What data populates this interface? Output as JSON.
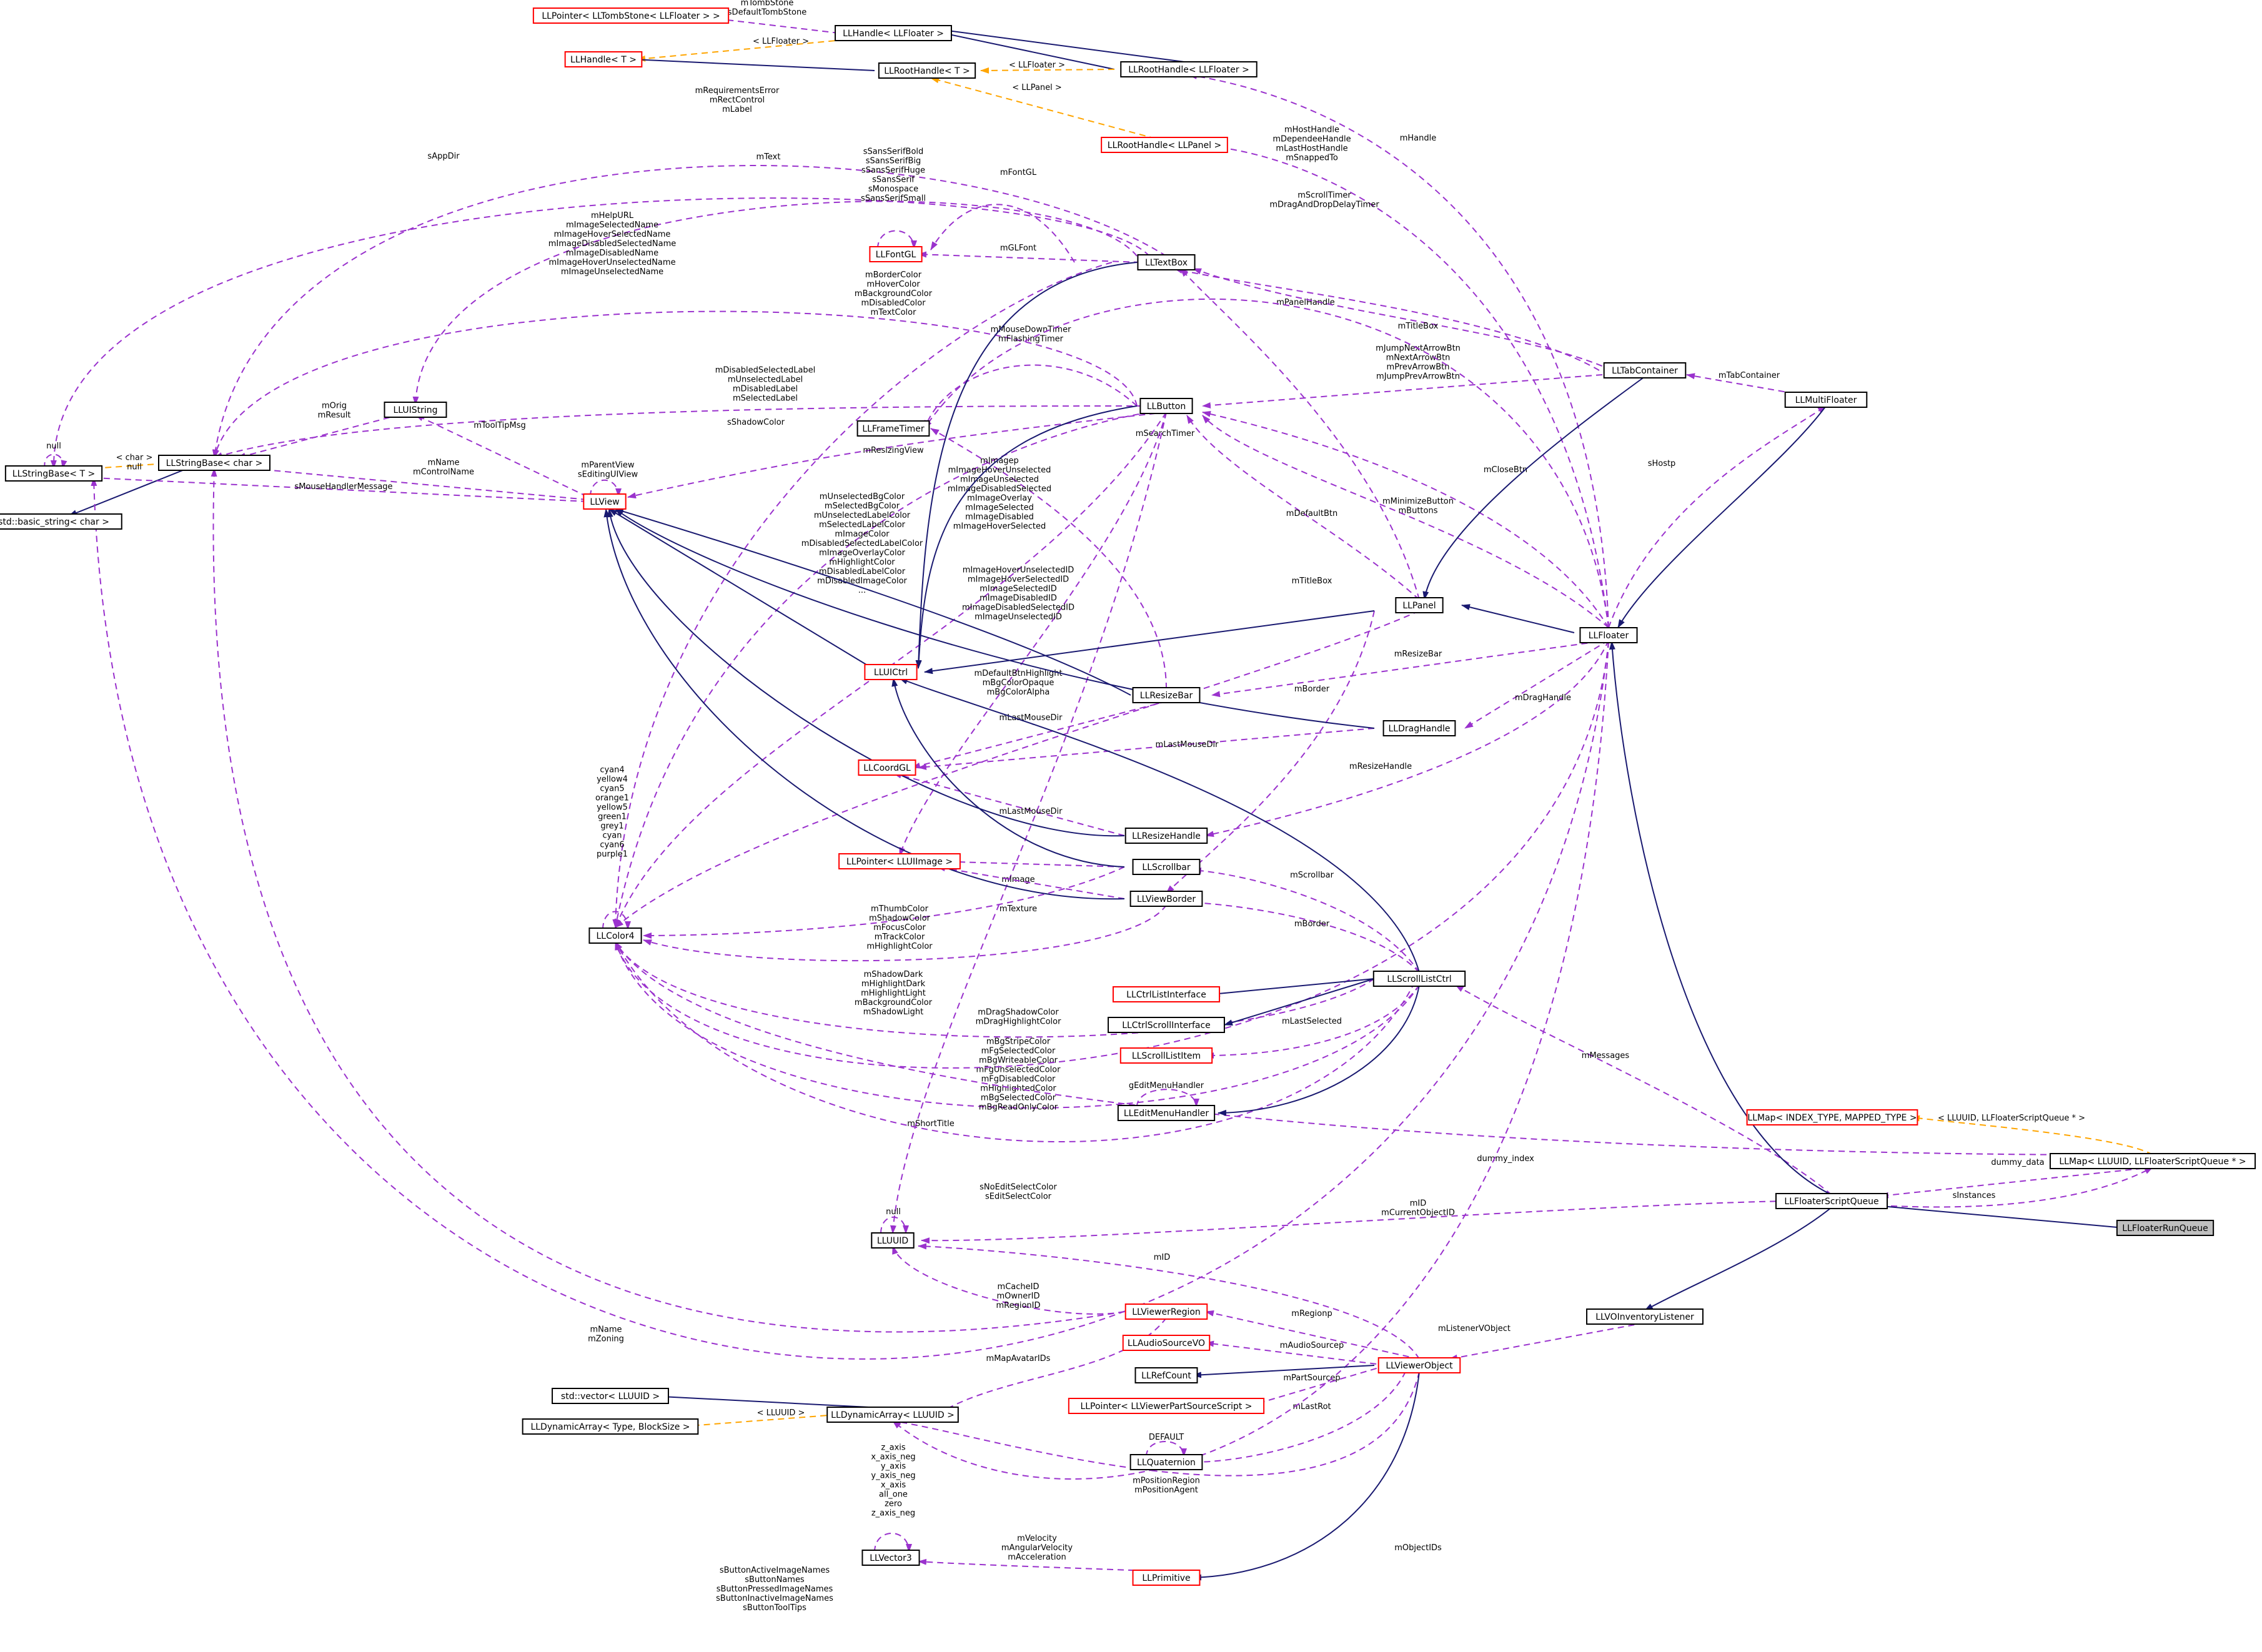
{
  "colors": {
    "node_border_complete": "#000000",
    "node_border_incomplete": "#ff0000",
    "node_fill_focus": "#bfbfbf",
    "edge_inherit": "#191970",
    "edge_use": "#9a32cd",
    "edge_template": "#ffa500"
  },
  "diagram": {
    "nodes": [
      {
        "id": "tombstone",
        "label": "LLPointer< LLTombStone< LLFloater > >",
        "incomplete": true
      },
      {
        "id": "handle_floater",
        "label": "LLHandle< LLFloater >"
      },
      {
        "id": "handle_t",
        "label": "LLHandle< T >",
        "incomplete": true
      },
      {
        "id": "roothandle_t",
        "label": "LLRootHandle< T >"
      },
      {
        "id": "roothandle_floater",
        "label": "LLRootHandle< LLFloater >"
      },
      {
        "id": "roothandle_panel",
        "label": "LLRootHandle< LLPanel >",
        "incomplete": true
      },
      {
        "id": "fontgl",
        "label": "LLFontGL",
        "incomplete": true
      },
      {
        "id": "textbox",
        "label": "LLTextBox"
      },
      {
        "id": "uistring",
        "label": "LLUIString"
      },
      {
        "id": "framettimer",
        "label": "LLFrameTimer"
      },
      {
        "id": "button",
        "label": "LLButton"
      },
      {
        "id": "tabcontainer",
        "label": "LLTabContainer"
      },
      {
        "id": "multifloater",
        "label": "LLMultiFloater"
      },
      {
        "id": "stringbase_t",
        "label": "LLStringBase< T >"
      },
      {
        "id": "stringbase_char",
        "label": "LLStringBase< char >"
      },
      {
        "id": "basic_string",
        "label": "std::basic_string< char >"
      },
      {
        "id": "view",
        "label": "LLView",
        "incomplete": true
      },
      {
        "id": "panel",
        "label": "LLPanel"
      },
      {
        "id": "floater",
        "label": "LLFloater"
      },
      {
        "id": "uictrl",
        "label": "LLUICtrl",
        "incomplete": true
      },
      {
        "id": "resizebar",
        "label": "LLResizeBar"
      },
      {
        "id": "draghandle",
        "label": "LLDragHandle"
      },
      {
        "id": "coordgl",
        "label": "LLCoordGL",
        "incomplete": true
      },
      {
        "id": "resizehandle",
        "label": "LLResizeHandle"
      },
      {
        "id": "ptr_uiimage",
        "label": "LLPointer< LLUIImage >",
        "incomplete": true
      },
      {
        "id": "scrollbar",
        "label": "LLScrollbar"
      },
      {
        "id": "viewborder",
        "label": "LLViewBorder"
      },
      {
        "id": "color4",
        "label": "LLColor4"
      },
      {
        "id": "scrolllistctrl",
        "label": "LLScrollListCtrl"
      },
      {
        "id": "ctrllistinterface",
        "label": "LLCtrlListInterface",
        "incomplete": true
      },
      {
        "id": "ctrlscrollinterface",
        "label": "LLCtrlScrollInterface"
      },
      {
        "id": "scrolllistitem",
        "label": "LLScrollListItem",
        "incomplete": true
      },
      {
        "id": "editmenuhandler",
        "label": "LLEditMenuHandler"
      },
      {
        "id": "map_index",
        "label": "LLMap< INDEX_TYPE, MAPPED_TYPE >",
        "incomplete": true
      },
      {
        "id": "map_uuid",
        "label": "LLMap< LLUUID, LLFloaterScriptQueue * >"
      },
      {
        "id": "scriptqueue",
        "label": "LLFloaterScriptQueue"
      },
      {
        "id": "runqueue",
        "label": "LLFloaterRunQueue",
        "focus": true
      },
      {
        "id": "uuid",
        "label": "LLUUID"
      },
      {
        "id": "voinventory",
        "label": "LLVOInventoryListener"
      },
      {
        "id": "viewerregion",
        "label": "LLViewerRegion",
        "incomplete": true
      },
      {
        "id": "audiosource",
        "label": "LLAudioSourceVO",
        "incomplete": true
      },
      {
        "id": "refcount",
        "label": "LLRefCount"
      },
      {
        "id": "viewerobject",
        "label": "LLViewerObject",
        "incomplete": true
      },
      {
        "id": "vector_uuid",
        "label": "std::vector< LLUUID >"
      },
      {
        "id": "dynarray_type",
        "label": "LLDynamicArray< Type, BlockSize >"
      },
      {
        "id": "dynarray_uuid",
        "label": "LLDynamicArray< LLUUID >"
      },
      {
        "id": "ptr_partsource",
        "label": "LLPointer< LLViewerPartSourceScript >",
        "incomplete": true
      },
      {
        "id": "quaternion",
        "label": "LLQuaternion"
      },
      {
        "id": "vector3",
        "label": "LLVector3"
      },
      {
        "id": "primitive",
        "label": "LLPrimitive",
        "incomplete": true
      }
    ],
    "edges": [
      {
        "id": "e_tombstone",
        "type": "use",
        "label": [
          "mTombStone",
          "sDefaultTombStone"
        ]
      },
      {
        "id": "e_handle_inherit",
        "type": "inherit"
      },
      {
        "id": "e_handle_tmpl",
        "type": "template",
        "label": [
          "< LLFloater >"
        ]
      },
      {
        "id": "e_roothandle_handle",
        "type": "inherit"
      },
      {
        "id": "e_rootfloater_tmpl",
        "type": "template",
        "label": [
          "< LLFloater >"
        ]
      },
      {
        "id": "e_rootfloater_handle",
        "type": "inherit"
      },
      {
        "id": "e_rootpanel_tmpl",
        "type": "template",
        "label": [
          "< LLPanel >"
        ]
      },
      {
        "id": "e_requirements",
        "type": "use",
        "label": [
          "mRequirementsError",
          "mRectControl",
          "mLabel"
        ]
      },
      {
        "id": "e_sappdir",
        "type": "use",
        "label": [
          "sAppDir"
        ]
      },
      {
        "id": "e_mtext",
        "type": "use",
        "label": [
          "mText"
        ]
      },
      {
        "id": "e_fontgl_self",
        "type": "use",
        "label": [
          "sSansSerifBold",
          "sSansSerifBig",
          "sSansSerifHuge",
          "sSansSerif",
          "sMonospace",
          "sSansSerifSmall"
        ]
      },
      {
        "id": "e_mfontgl",
        "type": "use",
        "label": [
          "mFontGL"
        ]
      },
      {
        "id": "e_mglfont",
        "type": "use",
        "label": [
          "mGLFont"
        ]
      },
      {
        "id": "e_helpurl",
        "type": "use",
        "label": [
          "mHelpURL",
          "mImageSelectedName",
          "mImageHoverSelectedName",
          "mImageDisabledSelectedName",
          "mImageDisabledName",
          "mImageHoverUnselectedName",
          "mImageUnselectedName"
        ]
      },
      {
        "id": "e_bordercolor",
        "type": "use",
        "label": [
          "mBorderColor",
          "mHoverColor",
          "mBackgroundColor",
          "mDisabledColor",
          "mTextColor"
        ]
      },
      {
        "id": "e_mousedown",
        "type": "use",
        "label": [
          "mMouseDownTimer",
          "mFlashingTimer"
        ]
      },
      {
        "id": "e_disabledlabel",
        "type": "use",
        "label": [
          "mDisabledSelectedLabel",
          "mUnselectedLabel",
          "mDisabledLabel",
          "mSelectedLabel"
        ]
      },
      {
        "id": "e_shadowcolor",
        "type": "use",
        "label": [
          "sShadowColor"
        ]
      },
      {
        "id": "e_orig",
        "type": "use",
        "label": [
          "mOrig",
          "mResult"
        ]
      },
      {
        "id": "e_tooltip",
        "type": "use",
        "label": [
          "mToolTipMsg"
        ]
      },
      {
        "id": "e_sb_char_null",
        "type": "use",
        "label": [
          "null"
        ]
      },
      {
        "id": "e_sb_tmpl",
        "type": "template",
        "label": [
          "< char >",
          "null"
        ]
      },
      {
        "id": "e_basic_inherit",
        "type": "inherit"
      },
      {
        "id": "e_mname",
        "type": "use",
        "label": [
          "mName",
          "mControlName"
        ]
      },
      {
        "id": "e_mousehandler",
        "type": "use",
        "label": [
          "sMouseHandlerMessage"
        ]
      },
      {
        "id": "e_parentview",
        "type": "use",
        "label": [
          "mParentView",
          "sEditingUIView"
        ]
      },
      {
        "id": "e_resizingview",
        "type": "use",
        "label": [
          "mResizingView"
        ]
      },
      {
        "id": "e_searchtimer",
        "type": "use",
        "label": [
          "mSearchTimer"
        ]
      },
      {
        "id": "e_mpaneltandle",
        "type": "use",
        "label": [
          "mPanelHandle"
        ]
      },
      {
        "id": "e_mtitlebox",
        "type": "use",
        "label": [
          "mTitleBox"
        ]
      },
      {
        "id": "e_jumpnext",
        "type": "use",
        "label": [
          "mJumpNextArrowBtn",
          "mNextArrowBtn",
          "mPrevArrowBtn",
          "mJumpPrevArrowBtn"
        ]
      },
      {
        "id": "e_tabcontainer",
        "type": "use",
        "label": [
          "mTabContainer"
        ]
      },
      {
        "id": "e_hosthandle",
        "type": "use",
        "label": [
          "mHostHandle",
          "mDependeeHandle",
          "mLastHostHandle",
          "mSnappedTo"
        ]
      },
      {
        "id": "e_mhandle",
        "type": "use",
        "label": [
          "mHandle"
        ]
      },
      {
        "id": "e_scrolltimer",
        "type": "use",
        "label": [
          "mScrollTimer",
          "mDragAndDropDelayTimer"
        ]
      },
      {
        "id": "e_mclosebtn",
        "type": "use",
        "label": [
          "mCloseBtn"
        ]
      },
      {
        "id": "e_minimize",
        "type": "use",
        "label": [
          "mMinimizeButton",
          "mButtons"
        ]
      },
      {
        "id": "e_shostp",
        "type": "use",
        "label": [
          "sHostp"
        ]
      },
      {
        "id": "e_mdefaultbtn",
        "type": "use",
        "label": [
          "mDefaultBtn"
        ]
      },
      {
        "id": "e_mtitlebox2",
        "type": "use",
        "label": [
          "mTitleBox"
        ]
      },
      {
        "id": "e_mimagep",
        "type": "use",
        "label": [
          "mImagep",
          "mImageHoverUnselected",
          "mImageUnselected",
          "mImageDisabledSelected",
          "mImageOverlay",
          "mImageSelected",
          "mImageDisabled",
          "mImageHoverSelected"
        ]
      },
      {
        "id": "e_unselectedbg",
        "type": "use",
        "label": [
          "mUnselectedBgColor",
          "mSelectedBgColor",
          "mUnselectedLabelColor",
          "mSelectedLabelColor",
          "mImageColor",
          "mDisabledSelectedLabelColor",
          "mImageOverlayColor",
          "mHighlightColor",
          "mDisabledLabelColor",
          "mDisabledImageColor",
          "..."
        ]
      },
      {
        "id": "e_hoverunselid",
        "type": "use",
        "label": [
          "mImageHoverUnselectedID",
          "mImageHoverSelectedID",
          "mImageSelectedID",
          "mImageDisabledID",
          "mImageDisabledSelectedID",
          "mImageUnselectedID"
        ]
      },
      {
        "id": "e_resizebar",
        "type": "use",
        "label": [
          "mResizeBar"
        ]
      },
      {
        "id": "e_defaultbtnhl",
        "type": "use",
        "label": [
          "mDefaultBtnHighlight",
          "mBgColorOpaque",
          "mBgColorAlpha"
        ]
      },
      {
        "id": "e_mborder",
        "type": "use",
        "label": [
          "mBorder"
        ]
      },
      {
        "id": "e_lastmousedir",
        "type": "use",
        "label": [
          "mLastMouseDir"
        ]
      },
      {
        "id": "e_mdraghandle",
        "type": "use",
        "label": [
          "mDragHandle"
        ]
      },
      {
        "id": "e_lastmousedir2",
        "type": "use",
        "label": [
          "mLastMouseDir"
        ]
      },
      {
        "id": "e_mresizehandle",
        "type": "use",
        "label": [
          "mResizeHandle"
        ]
      },
      {
        "id": "e_lastmousedir3",
        "type": "use",
        "label": [
          "mLastMouseDir"
        ]
      },
      {
        "id": "e_color_self",
        "type": "use",
        "label": [
          "cyan4",
          "yellow4",
          "cyan5",
          "orange1",
          "yellow5",
          "green1",
          "grey1",
          "cyan",
          "cyan6",
          "purple1"
        ]
      },
      {
        "id": "e_mimage",
        "type": "use",
        "label": [
          "mImage"
        ]
      },
      {
        "id": "e_mtexture",
        "type": "use",
        "label": [
          "mTexture"
        ]
      },
      {
        "id": "e_thumbcolor",
        "type": "use",
        "label": [
          "mThumbColor",
          "mShadowColor",
          "mFocusColor",
          "mTrackColor",
          "mHighlightColor"
        ]
      },
      {
        "id": "e_mscrollbar",
        "type": "use",
        "label": [
          "mScrollbar"
        ]
      },
      {
        "id": "e_mborder2",
        "type": "use",
        "label": [
          "mBorder"
        ]
      },
      {
        "id": "e_shadowdark",
        "type": "use",
        "label": [
          "mShadowDark",
          "mHighlightDark",
          "mHighlightLight",
          "mBackgroundColor",
          "mShadowLight"
        ]
      },
      {
        "id": "e_dragshadow",
        "type": "use",
        "label": [
          "mDragShadowColor",
          "mDragHighlightColor"
        ]
      },
      {
        "id": "e_lastselected",
        "type": "use",
        "label": [
          "mLastSelected"
        ]
      },
      {
        "id": "e_geditmenu",
        "type": "use",
        "label": [
          "gEditMenuHandler"
        ]
      },
      {
        "id": "e_bgstripe",
        "type": "use",
        "label": [
          "mBgStripeColor",
          "mFgSelectedColor",
          "mBgWriteableColor",
          "mFgUnselectedColor",
          "mFgDisabledColor",
          "mHighlightedColor",
          "mBgSelectedColor",
          "mBgReadOnlyColor"
        ]
      },
      {
        "id": "e_mshorttitle",
        "type": "use",
        "label": [
          "mShortTitle"
        ]
      },
      {
        "id": "e_mmessages",
        "type": "use",
        "label": [
          "mMessages"
        ]
      },
      {
        "id": "e_map_tmpl",
        "type": "template",
        "label": [
          "< LLUUID, LLFloaterScriptQueue * >"
        ]
      },
      {
        "id": "e_dummy_index",
        "type": "use",
        "label": [
          "dummy_index"
        ]
      },
      {
        "id": "e_dummy_data",
        "type": "use",
        "label": [
          "dummy_data"
        ]
      },
      {
        "id": "e_sinstances",
        "type": "use",
        "label": [
          "sInstances"
        ]
      },
      {
        "id": "e_noedit",
        "type": "use",
        "label": [
          "sNoEditSelectColor",
          "sEditSelectColor"
        ]
      },
      {
        "id": "e_uuid_null",
        "type": "use",
        "label": [
          "null"
        ]
      },
      {
        "id": "e_mid",
        "type": "use",
        "label": [
          "mID",
          "mCurrentObjectID"
        ]
      },
      {
        "id": "e_runqueue_inherit",
        "type": "inherit"
      },
      {
        "id": "e_mid2",
        "type": "use",
        "label": [
          "mID"
        ]
      },
      {
        "id": "e_cacheid",
        "type": "use",
        "label": [
          "mCacheID",
          "mOwnerID",
          "mRegionID"
        ]
      },
      {
        "id": "e_listener",
        "type": "use",
        "label": [
          "mListenerVObject"
        ]
      },
      {
        "id": "e_mzoning",
        "type": "use",
        "label": [
          "mName",
          "mZoning"
        ]
      },
      {
        "id": "e_mregionp",
        "type": "use",
        "label": [
          "mRegionp"
        ]
      },
      {
        "id": "e_audiosource",
        "type": "use",
        "label": [
          "mAudioSourcep"
        ]
      },
      {
        "id": "e_mapavatar",
        "type": "use",
        "label": [
          "mMapAvatarIDs"
        ]
      },
      {
        "id": "e_dyn_tmpl",
        "type": "template",
        "label": [
          "< LLUUID >"
        ]
      },
      {
        "id": "e_partsource",
        "type": "use",
        "label": [
          "mPartSourcep"
        ]
      },
      {
        "id": "e_lastrot",
        "type": "use",
        "label": [
          "mLastRot"
        ]
      },
      {
        "id": "e_quat_self",
        "type": "use",
        "label": [
          "DEFAULT"
        ]
      },
      {
        "id": "e_vec_self",
        "type": "use",
        "label": [
          "z_axis",
          "x_axis_neg",
          "y_axis",
          "y_axis_neg",
          "x_axis",
          "all_one",
          "zero",
          "z_axis_neg"
        ]
      },
      {
        "id": "e_positionregion",
        "type": "use",
        "label": [
          "mPositionRegion",
          "mPositionAgent"
        ]
      },
      {
        "id": "e_mvelocity",
        "type": "use",
        "label": [
          "mVelocity",
          "mAngularVelocity",
          "mAcceleration"
        ]
      },
      {
        "id": "e_mobjectids",
        "type": "use",
        "label": [
          "mObjectIDs"
        ]
      },
      {
        "id": "e_sbutton",
        "type": "use",
        "label": [
          "sButtonActiveImageNames",
          "sButtonNames",
          "sButtonPressedImageNames",
          "sButtonInactiveImageNames",
          "sButtonToolTips"
        ]
      },
      {
        "id": "i_textbox_uictrl",
        "type": "inherit"
      },
      {
        "id": "i_button_uictrl",
        "type": "inherit"
      },
      {
        "id": "i_tab_panel",
        "type": "inherit"
      },
      {
        "id": "i_multi_floater",
        "type": "inherit"
      },
      {
        "id": "i_panel_uictrl",
        "type": "inherit"
      },
      {
        "id": "i_floater_panel",
        "type": "inherit"
      },
      {
        "id": "i_uictrl_view",
        "type": "inherit"
      },
      {
        "id": "i_resizebar_view",
        "type": "inherit"
      },
      {
        "id": "i_draghandle_view",
        "type": "inherit"
      },
      {
        "id": "i_resizehandle_view",
        "type": "inherit"
      },
      {
        "id": "i_scrollbar_uictrl",
        "type": "inherit"
      },
      {
        "id": "i_viewborder_view",
        "type": "inherit"
      },
      {
        "id": "i_scrolllist_uictrl",
        "type": "inherit"
      },
      {
        "id": "i_scrolllist_ctrllist",
        "type": "inherit"
      },
      {
        "id": "i_scrolllist_ctrlscroll",
        "type": "inherit"
      },
      {
        "id": "i_scrolllist_editmenu",
        "type": "inherit"
      },
      {
        "id": "i_scriptqueue_floater",
        "type": "inherit"
      },
      {
        "id": "i_scriptqueue_vo",
        "type": "inherit"
      },
      {
        "id": "i_viewerobject_refcount",
        "type": "inherit"
      },
      {
        "id": "i_viewerobject_primitive",
        "type": "inherit"
      },
      {
        "id": "i_dyn_vector",
        "type": "inherit"
      }
    ]
  }
}
